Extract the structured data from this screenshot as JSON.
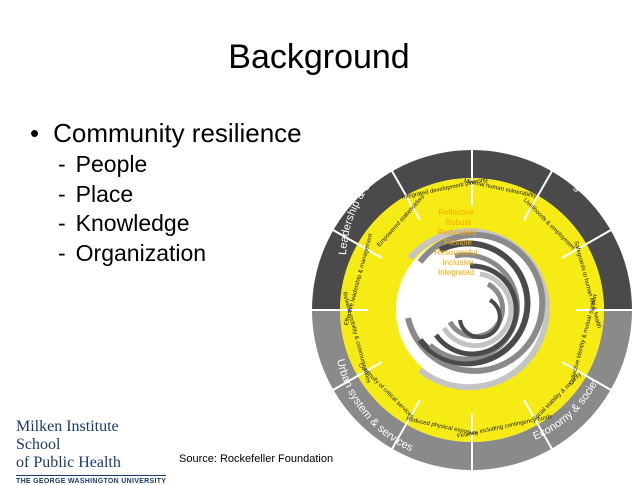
{
  "slide": {
    "title": "Background",
    "bullet_marker": "•",
    "bullet_main": "Community resilience",
    "sub_marker": "-",
    "sub_items": [
      "People",
      "Place",
      "Knowledge",
      "Organization"
    ],
    "source": "Source: Rockefeller Foundation"
  },
  "logo": {
    "line1": "Milken Institute School",
    "line2": "of Public Health",
    "line3": "THE GEORGE WASHINGTON UNIVERSITY"
  },
  "wheel": {
    "dimensions": {
      "leadership": "Leadership & strategy",
      "health": "Health & wellbeing",
      "economy": "Economy & society",
      "urban": "Urban system & services"
    },
    "goals": {
      "integrated_dev": "Integrated development planning",
      "empowered": "Empowered stakeholders",
      "effective_leadership": "Effective leadership & management",
      "minimal_vulnerability": "Minimal human vulnerability",
      "livelihoods": "Livelihoods & employment",
      "safeguards": "Safeguards to human life & health",
      "collective_identity": "Collective identity & mutual support",
      "social_stability": "Social stability & security",
      "finance": "Finance including contingency funds",
      "reduced_exposure": "Reduced physical exposure",
      "continuity": "Continuity of critical services",
      "reliable_comm": "Reliable mobility & communications"
    },
    "qualities": [
      "Reflective",
      "Robust",
      "Redundant",
      "Flexible",
      "Resourceful",
      "Inclusive",
      "Integrated"
    ],
    "colors": {
      "yellow": "#f6eb14",
      "dark_grey": "#4a4a4a",
      "mid_grey": "#8a8a8a",
      "light_grey": "#c4c4c4",
      "quality_orange": "#f2a900",
      "logo_blue": "#1b3a6b"
    }
  }
}
